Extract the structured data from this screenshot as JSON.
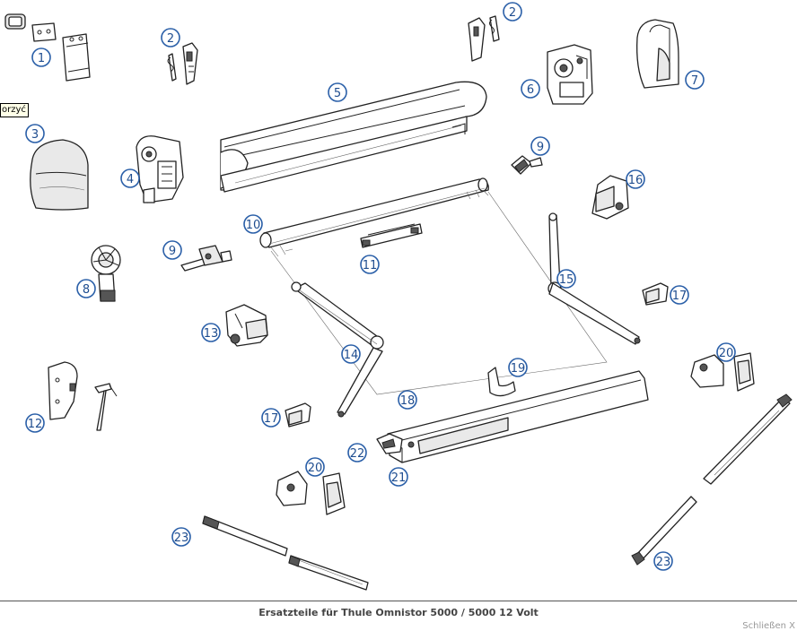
{
  "tooltip_text": "orzyć",
  "caption": "Ersatzteile für Thule Omnistor 5000 / 5000 12 Volt",
  "close_link": "Schließen X",
  "callouts": [
    "1",
    "2",
    "2",
    "3",
    "4",
    "5",
    "6",
    "7",
    "8",
    "9",
    "9",
    "10",
    "11",
    "12",
    "13",
    "14",
    "15",
    "16",
    "17",
    "17",
    "18",
    "19",
    "20",
    "20",
    "21",
    "22",
    "23",
    "23"
  ],
  "colors": {
    "callout": "#2a5fa8",
    "line": "#222222"
  }
}
